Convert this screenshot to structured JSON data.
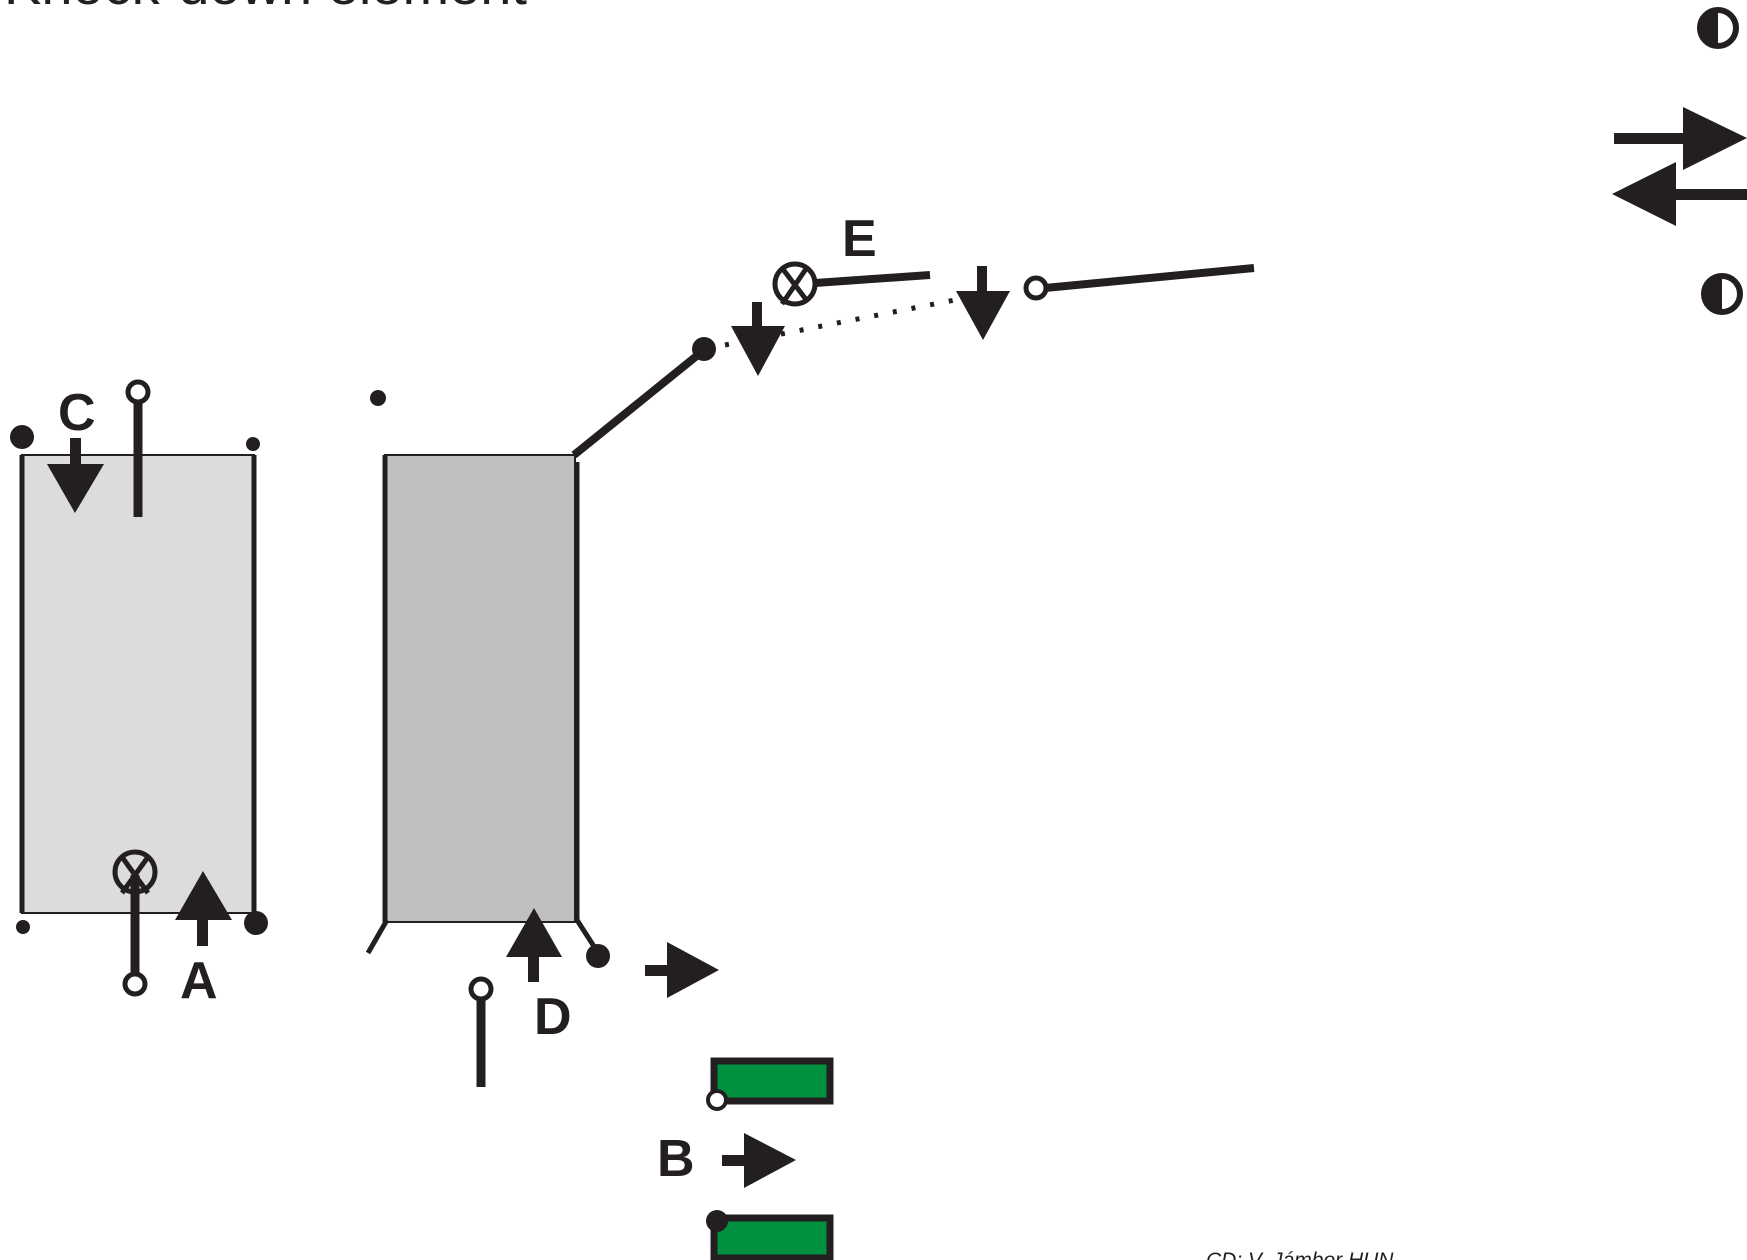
{
  "title": "Knock-down element",
  "labels": {
    "a": "A",
    "b": "B",
    "c": "C",
    "d": "D",
    "e": "E"
  },
  "credit": "CD: V. Jámbor HUN",
  "colors": {
    "ink": "#231f20",
    "panel_light": "#dcdcdc",
    "panel_dark": "#c0c0c0",
    "green": "#009140"
  },
  "symbols": {
    "light_cell": "cross-circle-symbol",
    "pole": "pole-symbol",
    "post": "post-dot-symbol",
    "direction": "arrow-symbol",
    "legend_top": "half-circle-left-symbol",
    "legend_mid": "two-way-arrows-symbol",
    "legend_bottom": "half-circle-right-symbol"
  }
}
